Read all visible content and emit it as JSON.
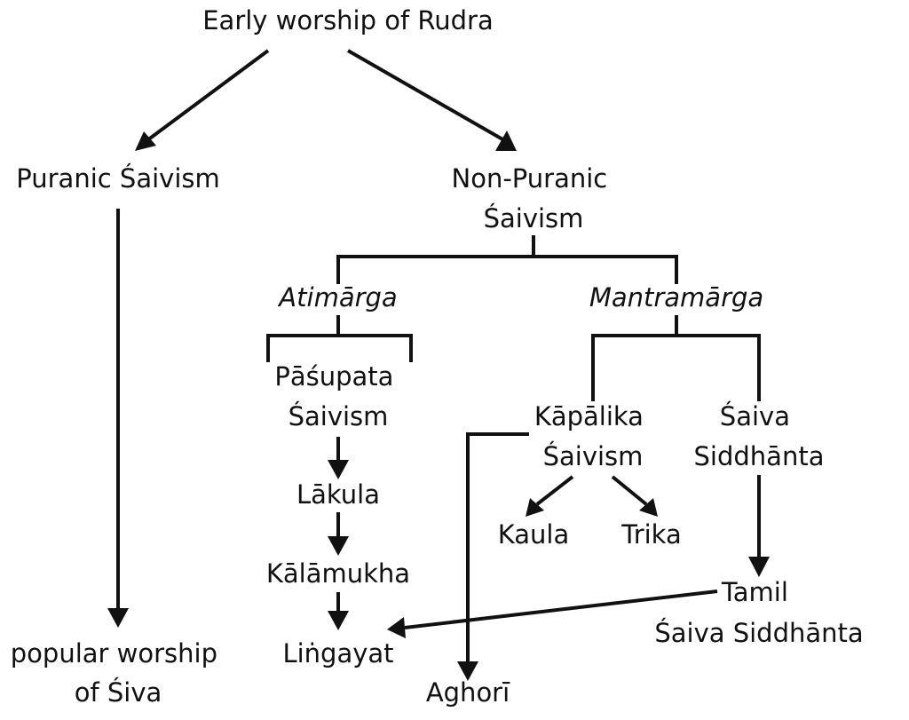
{
  "nodes": {
    "rudra": "Early worship of Rudra",
    "puranic": "Puranic Śaivism",
    "non_puranic": [
      "Non-Puranic",
      "Śaivism"
    ],
    "atimarga": "Atimārga",
    "mantramarga": "Mantramārga",
    "pasupata": [
      "Pāśupata",
      "Śaivism"
    ],
    "kapalika": [
      "Kāpālika",
      "Śaivism"
    ],
    "saiva_siddhanta": [
      "Śaiva",
      "Siddhānta"
    ],
    "lakula": "Lākula",
    "kalamukha": "Kālāmukha",
    "lingayat": "Liṅgayat",
    "kaula": "Kaula",
    "trika": "Trika",
    "tamil_saiva": [
      "Tamil",
      "Śaiva Siddhānta"
    ],
    "popular_worship": [
      "popular worship",
      "of Śiva"
    ],
    "aghori": "Aghorī"
  }
}
